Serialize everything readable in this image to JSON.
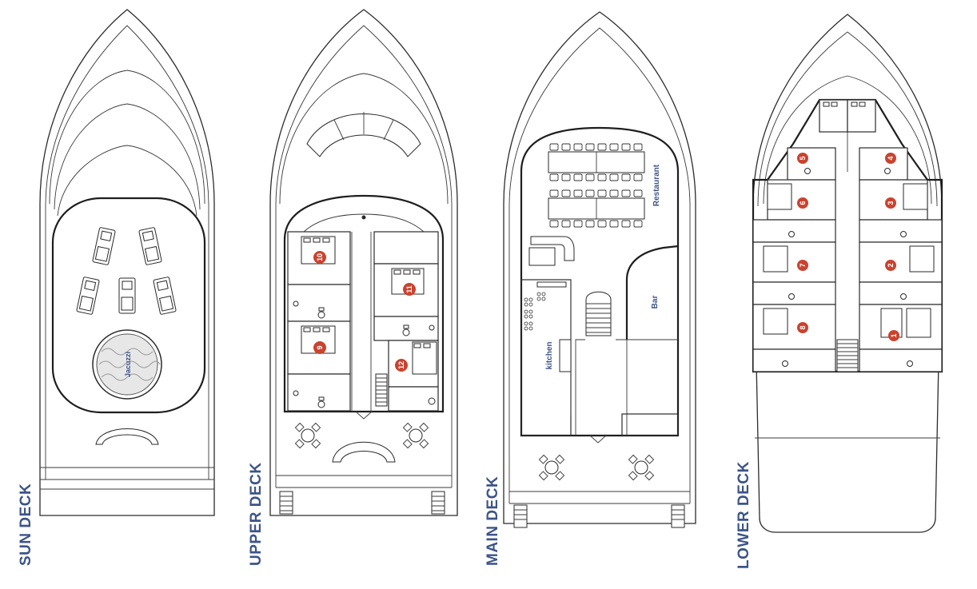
{
  "decks": [
    {
      "id": "sun",
      "label": "SUN DECK"
    },
    {
      "id": "upper",
      "label": "UPPER DECK"
    },
    {
      "id": "main",
      "label": "MAIN DECK"
    },
    {
      "id": "lower",
      "label": "LOWER DECK"
    }
  ],
  "areas": {
    "jacuzzi": "Jacuzzi",
    "restaurant": "Restaurant",
    "bar": "Bar",
    "kitchen": "kitchen"
  },
  "cabins": {
    "c1": "1",
    "c2": "2",
    "c3": "3",
    "c4": "4",
    "c5": "5",
    "c6": "6",
    "c7": "7",
    "c8": "8",
    "c9": "9",
    "c10": "10",
    "c11": "11",
    "c12": "12"
  },
  "colors": {
    "label_blue": "#3c5489",
    "badge_red": "#c9432f",
    "line": "#2b2b2b"
  },
  "icons": {
    "lounger": "sun-lounger-icon",
    "table_set": "table-with-chairs-icon",
    "toilet": "toilet-icon",
    "bed": "double-bed-icon",
    "stairs": "staircase-icon"
  }
}
